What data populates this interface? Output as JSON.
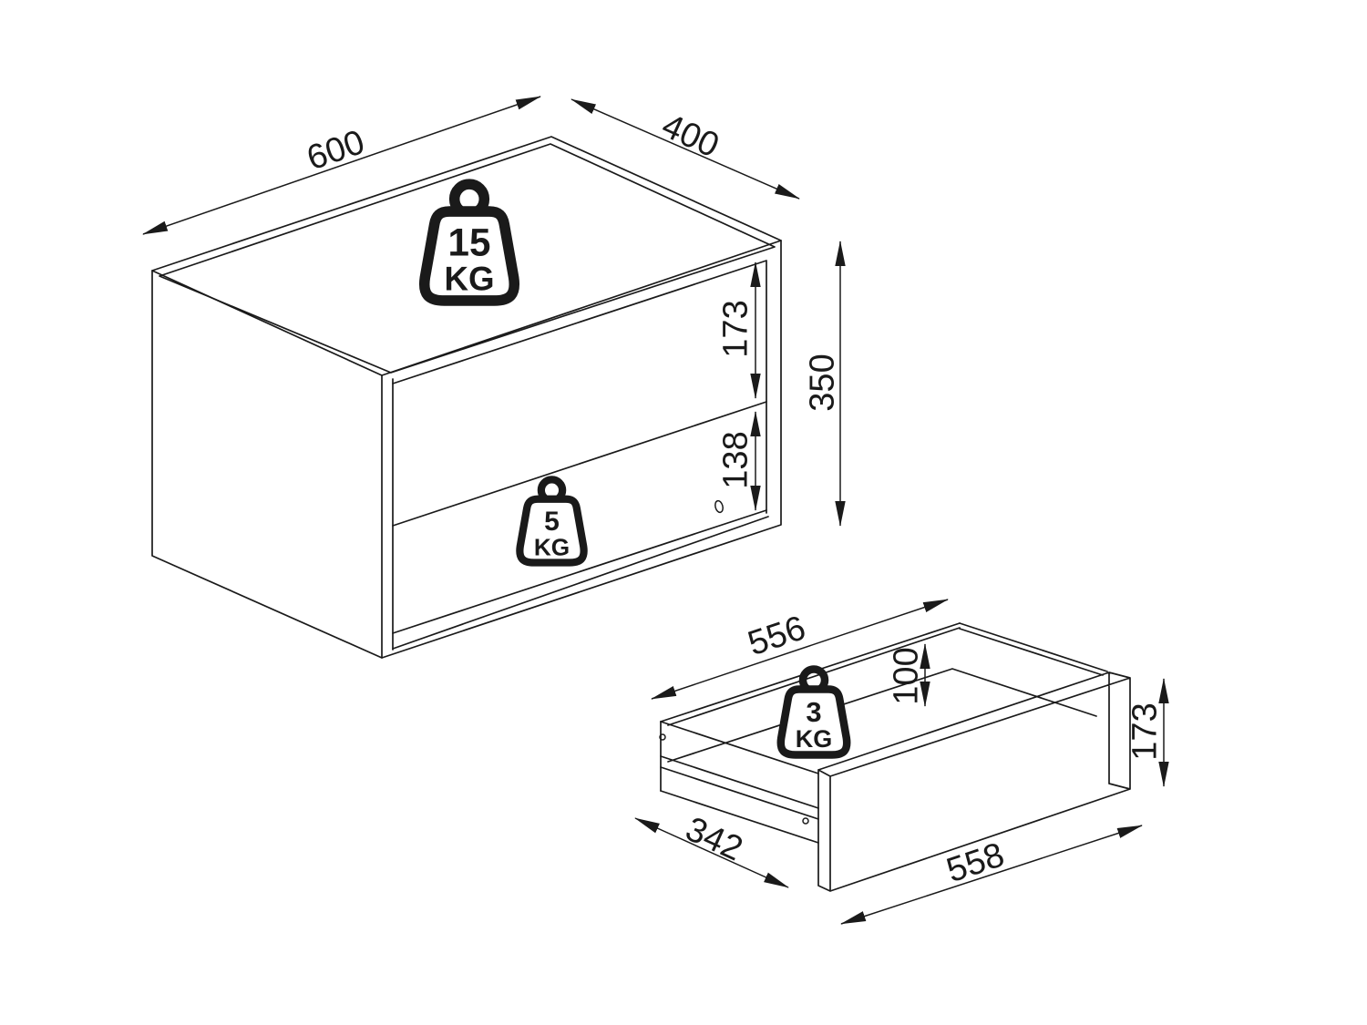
{
  "diagram": {
    "colors": {
      "line": "#1a1a1a",
      "background": "#ffffff"
    },
    "cabinet": {
      "width_label": "600",
      "depth_label": "400",
      "height_label": "350",
      "opening_height_label": "173",
      "niche_height_label": "138",
      "top_load": {
        "value": "15",
        "unit": "KG"
      },
      "shelf_load": {
        "value": "5",
        "unit": "KG"
      }
    },
    "drawer": {
      "inner_length_label": "556",
      "inner_depth_label": "342",
      "inner_height_label": "100",
      "front_height_label": "173",
      "front_width_label": "558",
      "load": {
        "value": "3",
        "unit": "KG"
      }
    }
  }
}
